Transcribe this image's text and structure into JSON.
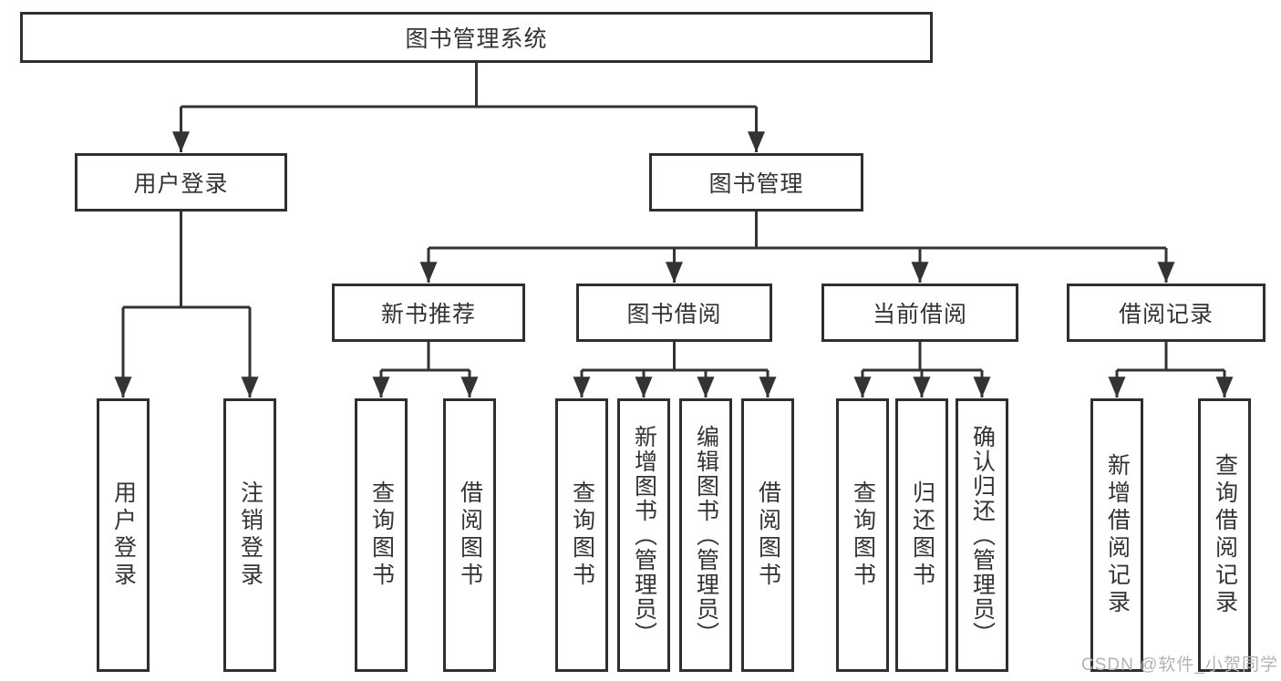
{
  "nodes": {
    "root": {
      "label": "图书管理系统"
    },
    "user_login": {
      "label": "用户登录"
    },
    "book_mgmt": {
      "label": "图书管理"
    },
    "new_books": {
      "label": "新书推荐"
    },
    "book_borrow": {
      "label": "图书借阅"
    },
    "current_borrow": {
      "label": "当前借阅"
    },
    "borrow_records": {
      "label": "借阅记录"
    },
    "leaf_user_login": {
      "label": "用户登录"
    },
    "leaf_logout": {
      "label": "注销登录"
    },
    "leaf_newbook_query": {
      "label": "查询图书"
    },
    "leaf_newbook_borrow": {
      "label": "借阅图书"
    },
    "leaf_borrow_query": {
      "label": "查询图书"
    },
    "leaf_borrow_add": {
      "label": "新增图书（管理员）"
    },
    "leaf_borrow_edit": {
      "label": "编辑图书（管理员）"
    },
    "leaf_borrow_borrow": {
      "label": "借阅图书"
    },
    "leaf_current_query": {
      "label": "查询图书"
    },
    "leaf_current_return": {
      "label": "归还图书"
    },
    "leaf_current_confirm": {
      "label": "确认归还（管理员）"
    },
    "leaf_records_add": {
      "label": "新增借阅记录"
    },
    "leaf_records_query": {
      "label": "查询借阅记录"
    }
  },
  "watermark": "CSDN @软件_小贺同学",
  "colors": {
    "line": "#333333",
    "box_border": "#2f2f2f",
    "text": "#333333",
    "watermark": "#b3b3b3",
    "background": "#ffffff"
  }
}
